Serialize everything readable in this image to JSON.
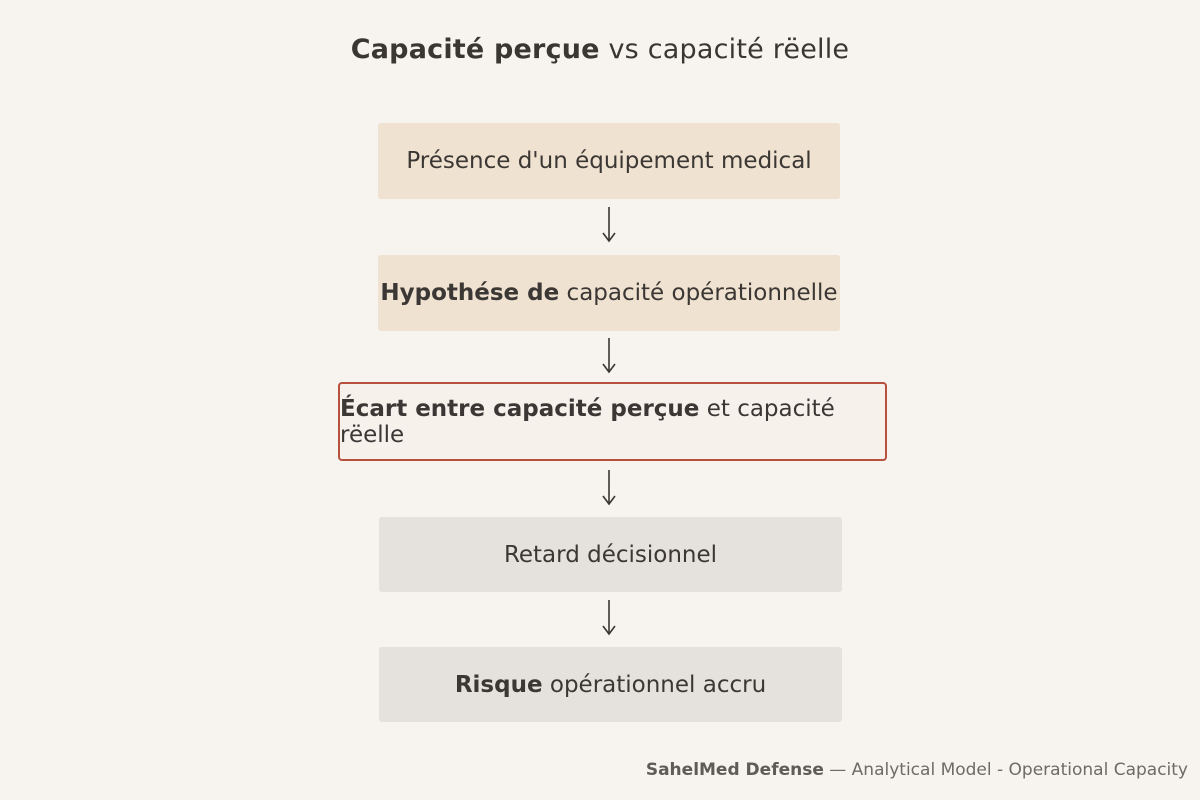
{
  "title": {
    "bold": "Capacité perçue",
    "rest": " vs capacité rëelle"
  },
  "steps": [
    {
      "bold": "",
      "rest": "Présence d'un équipement medical"
    },
    {
      "bold": "Hypothése de",
      "rest": " capacité opérationnelle"
    },
    {
      "bold": "Écart entre capacité perçue",
      "rest": " et capacité rëelle"
    },
    {
      "bold": "",
      "rest": "Retard décisionnel"
    },
    {
      "bold": "Risque",
      "rest": " opérationnel accru"
    }
  ],
  "footer": {
    "bold": "SahelMed Defense",
    "rest": " — Analytical Model - Operational Capacity"
  },
  "colors": {
    "background": "#f7f3ee",
    "warm_box": "#efe2d0",
    "grey_box": "#e5e1dd",
    "alert_border": "#b7503c",
    "text": "#3b3734"
  }
}
